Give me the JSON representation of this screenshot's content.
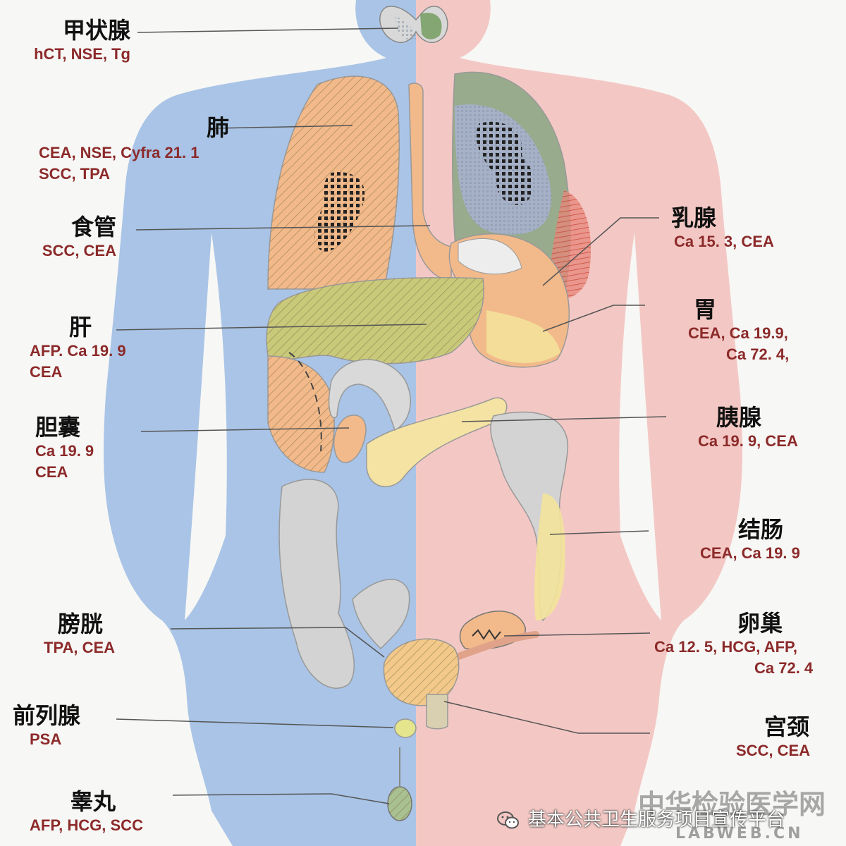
{
  "labels": {
    "thyroid": {
      "organ": "甲状腺",
      "markers": [
        "hCT, NSE, Tg"
      ]
    },
    "lung": {
      "organ": "肺",
      "markers": [
        "CEA, NSE, Cyfra 21. 1",
        "SCC, TPA"
      ]
    },
    "esophagus": {
      "organ": "食管",
      "markers": [
        "SCC, CEA"
      ]
    },
    "liver": {
      "organ": "肝",
      "markers": [
        "AFP. Ca 19. 9",
        "CEA"
      ]
    },
    "gallbladder": {
      "organ": "胆囊",
      "markers": [
        "Ca 19. 9",
        "CEA"
      ]
    },
    "bladder": {
      "organ": "膀胱",
      "markers": [
        "TPA, CEA"
      ]
    },
    "prostate": {
      "organ": "前列腺",
      "markers": [
        "PSA"
      ]
    },
    "testis": {
      "organ": "睾丸",
      "markers": [
        "AFP, HCG, SCC"
      ]
    },
    "breast": {
      "organ": "乳腺",
      "markers": [
        "Ca 15. 3, CEA"
      ]
    },
    "stomach": {
      "organ": "胃",
      "markers": [
        "CEA, Ca 19.9,",
        "Ca 72. 4,"
      ]
    },
    "pancreas": {
      "organ": "胰腺",
      "markers": [
        "Ca 19. 9, CEA"
      ]
    },
    "colon": {
      "organ": "结肠",
      "markers": [
        "CEA, Ca 19. 9"
      ]
    },
    "ovary": {
      "organ": "卵巢",
      "markers": [
        "Ca 12. 5, HCG, AFP,",
        "Ca 72. 4"
      ]
    },
    "cervix": {
      "organ": "宫颈",
      "markers": [
        "SCC, CEA"
      ]
    }
  },
  "watermark": {
    "site_name": "中华检验医学网",
    "site_url": "LABWEB.CN",
    "account": "基本公共卫生服务项目宣传平台"
  },
  "colors": {
    "male_side": "#a9c4e6",
    "female_side": "#f3c8c4",
    "marker_text": "#8c2a2a",
    "leader_line": "#555555"
  }
}
